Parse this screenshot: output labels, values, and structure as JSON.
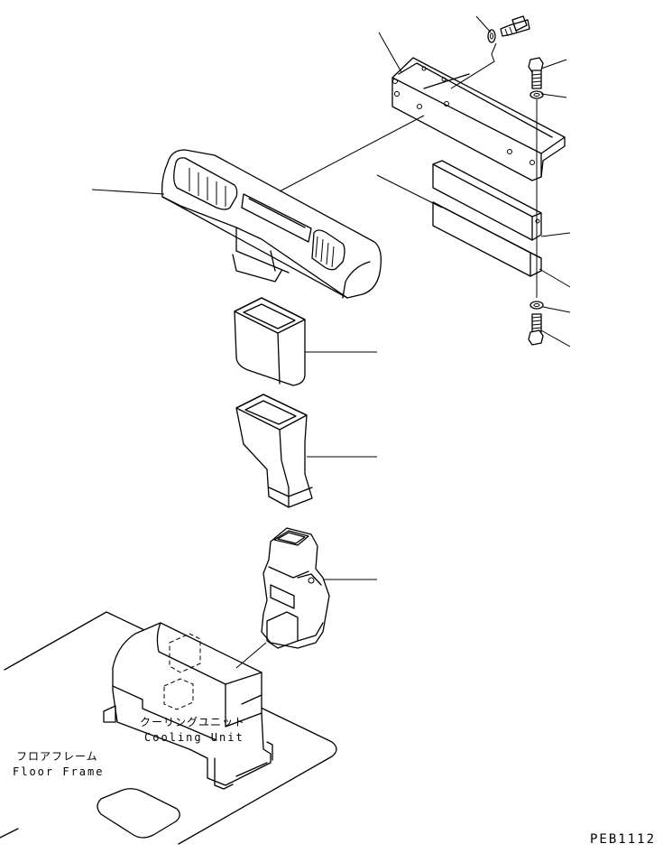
{
  "diagram": {
    "labels": {
      "cooling_unit_jp": "クーリングユニット",
      "cooling_unit_en": "Cooling Unit",
      "floor_frame_jp": "フロアフレーム",
      "floor_frame_en": "Floor Frame",
      "drawing_code": "PEB1112"
    },
    "parts": [
      "bolt",
      "washer",
      "bracket",
      "bolt",
      "washer",
      "louver-duct-panel",
      "plate",
      "plate",
      "washer",
      "bolt",
      "straight-duct",
      "transition-duct",
      "elbow-duct",
      "cooling-unit",
      "floor-frame"
    ]
  }
}
